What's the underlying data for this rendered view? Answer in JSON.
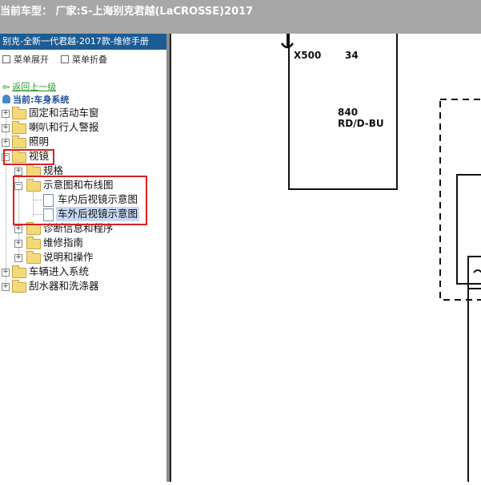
{
  "title_bar": {
    "text": "当前车型： 厂家:S-上海别克君越(LaCROSSE)2017"
  },
  "left_panel": {
    "header": "别克-全新一代君越-2017款-维修手册",
    "expand_menu": "菜单展开",
    "collapse_menu": "菜单折叠",
    "back_link": "返回上一级",
    "current_system": "当前:车身系统",
    "tree": {
      "fixed_windows": "固定和活动车窗",
      "horns": "喇叭和行人警报",
      "lighting": "照明",
      "mirrors": "视镜",
      "specs": "规格",
      "schematics": "示意图和布线图",
      "inner_mirror": "车内后视镜示意图",
      "outer_mirror": "车外后视镜示意图",
      "diagnostics": "诊断信息和程序",
      "repair_guide": "维修指南",
      "description": "说明和操作",
      "vehicle_access": "车辆进入系统",
      "wipers": "刮水器和洗涤器"
    }
  },
  "diagram": {
    "connector": "X500",
    "pin": "34",
    "circuit": "840",
    "wire_color": "RD/D-BU"
  },
  "colors": {
    "highlight_box": "#d62020",
    "selected_bg": "#c7d9f2",
    "header_bg": "#1c5c94"
  }
}
